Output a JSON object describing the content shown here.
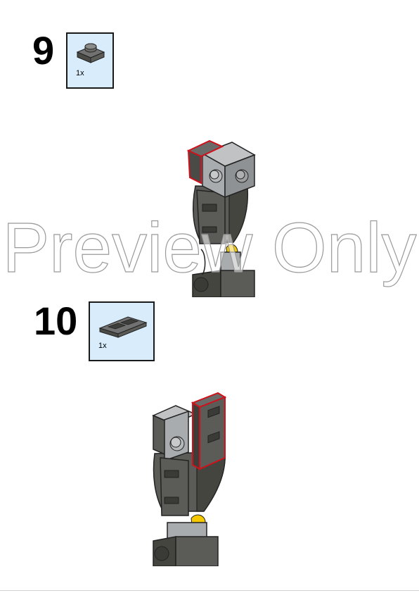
{
  "steps": [
    {
      "number": "9",
      "quantity": "1x",
      "part": "plate-1x1-dark-gray"
    },
    {
      "number": "10",
      "quantity": "1x",
      "part": "tile-1x2-grille-dark-gray"
    }
  ],
  "watermark": "Preview Only",
  "colors": {
    "dark_gray": "#5b5c58",
    "dark_gray_shade": "#44453f",
    "light_gray": "#a9acae",
    "yellow": "#f5c800",
    "highlight": "#d0101a",
    "parts_bg": "#d8ecfb"
  }
}
